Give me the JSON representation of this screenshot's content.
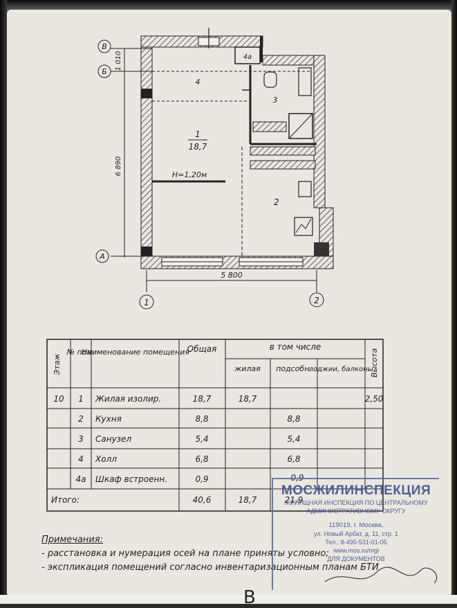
{
  "plan": {
    "axes": {
      "row_top": "В",
      "row_mid": "Б",
      "row_bottom": "А",
      "col_left": "1",
      "col_right": "2"
    },
    "dims": {
      "top_offset": "1 010",
      "height": "6 890",
      "width": "5 800"
    },
    "rooms": [
      {
        "num": "1",
        "area": "18,7"
      },
      {
        "num": "2"
      },
      {
        "num": "3"
      },
      {
        "num": "4"
      },
      {
        "num": "4а"
      }
    ],
    "height_note": "Н=1,20м"
  },
  "table": {
    "headers": {
      "floor": "Этаж",
      "num": "№ пом.",
      "name": "Наименование помещения",
      "total": "Общая",
      "incl": "в том числе",
      "living": "жилая",
      "aux": "подсобн.",
      "loggia": "лоджии, балконы",
      "height": "Высота"
    },
    "rows": [
      {
        "floor": "10",
        "num": "1",
        "name": "Жилая изолир.",
        "total": "18,7",
        "living": "18,7",
        "aux": "",
        "loggia": "",
        "height": "2,50"
      },
      {
        "floor": "",
        "num": "2",
        "name": "Кухня",
        "total": "8,8",
        "living": "",
        "aux": "8,8",
        "loggia": "",
        "height": ""
      },
      {
        "floor": "",
        "num": "3",
        "name": "Санузел",
        "total": "5,4",
        "living": "",
        "aux": "5,4",
        "loggia": "",
        "height": ""
      },
      {
        "floor": "",
        "num": "4",
        "name": "Холл",
        "total": "6,8",
        "living": "",
        "aux": "6,8",
        "loggia": "",
        "height": ""
      },
      {
        "floor": "",
        "num": "4а",
        "name": "Шкаф встроенн.",
        "total": "0,9",
        "living": "",
        "aux": "0,9",
        "loggia": "",
        "height": ""
      }
    ],
    "total_row": {
      "label": "Итого:",
      "total": "40,6",
      "living": "18,7",
      "aux": "21,9"
    }
  },
  "notes": {
    "head": "Примечания:",
    "line1": "- расстановка и нумерация осей на плане приняты условно;",
    "line2": "- экспликация помещений согласно инвентаризационным планам БТИ"
  },
  "stamp": {
    "org": "МОСЖИЛИНСПЕКЦИЯ",
    "sub1": "ЖИЛИЩНАЯ ИНСПЕКЦИЯ ПО ЦЕНТРАЛЬНОМУ",
    "sub2": "АДМИНИСТРАТИВНОМУ ОКРУГУ",
    "addr1": "119019, г. Москва,",
    "addr2": "ул. Новый Арбат, д. 11, стр. 1",
    "addr3": "Тел.: 8-495-531-01-05",
    "addr4": "www.mos.ru/mgi",
    "addr5": "ДЛЯ ДОКУМЕНТОВ"
  },
  "below_text": "В"
}
